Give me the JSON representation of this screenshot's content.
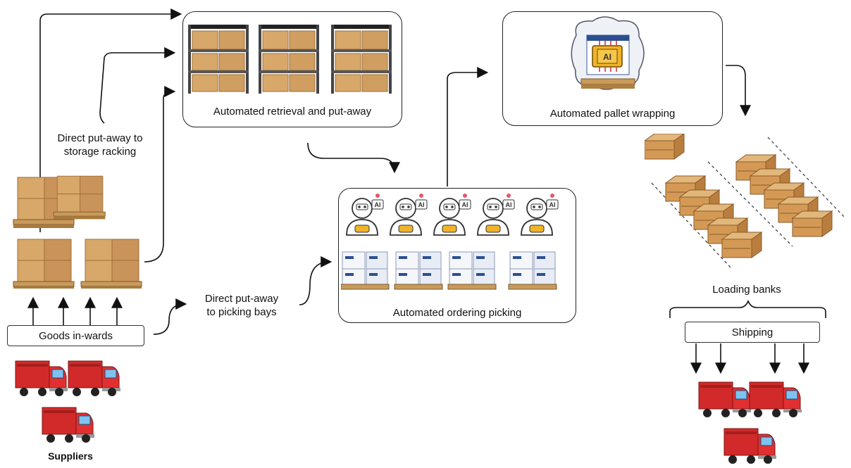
{
  "diagram": {
    "retrieval_box": {
      "label": "Automated retrieval and put-away"
    },
    "wrapping_box": {
      "label": "Automated pallet wrapping"
    },
    "picking_box": {
      "label": "Automated ordering picking"
    },
    "robot_badge": "AI",
    "wrap_chip": "AI",
    "direct_racking": {
      "line1": "Direct put-away to",
      "line2": "storage racking"
    },
    "direct_picking": {
      "line1": "Direct put-away",
      "line2": "to picking bays"
    },
    "goods_inwards": {
      "label": "Goods in-wards"
    },
    "suppliers": {
      "label": "Suppliers"
    },
    "loading_banks": {
      "label": "Loading banks"
    },
    "shipping": {
      "label": "Shipping"
    }
  },
  "colors": {
    "box_cardboard": "#d8a86a",
    "box_dark": "#b07c45",
    "pallet": "#c99a5a",
    "truck_red": "#d22a2a",
    "robot_gold": "#f0b429",
    "crate": "#d49a55"
  }
}
